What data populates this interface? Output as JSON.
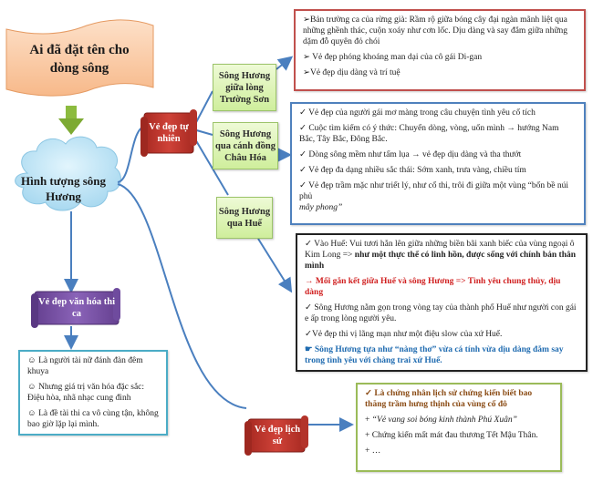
{
  "title": "Ai đã đặt tên cho dòng sông",
  "central_topic": "Hình tượng sông Hương",
  "colors": {
    "title_banner": "#fbc9a4",
    "cloud": "#bfe4f5",
    "scroll_red": "#c0392b",
    "scroll_purple": "#7b52a8",
    "node_green": "#d8f2ab",
    "connector": "#4a7fbf",
    "arrow_down": "#8cbb3f",
    "box_red_border": "#c0504d",
    "box_blue_border": "#4f81bd",
    "box_black_border": "#222222",
    "box_teal_border": "#4bacc6",
    "box_green_border": "#9bbb59"
  },
  "branches": {
    "natural": {
      "label": "Vẻ đẹp tự nhiên",
      "sub": [
        {
          "label": "Sông Hương giữa lòng Trường Sơn",
          "items": [
            "➢Bản trường ca của rừng già: Rầm rộ giữa bóng cây đại ngàn mãnh liệt qua những ghềnh thác, cuộn xoáy như cơn lốc. Dịu dàng và say đắm giữa những dặm đỗ quyên đỏ chói",
            "➢ Vẻ đẹp phóng khoáng man dại của cô gái Di-gan",
            "➢Vẻ đẹp dịu dàng và trí tuệ"
          ]
        },
        {
          "label": "Sông Hương qua cánh đồng Châu Hóa",
          "items": [
            "✓ Vẻ đẹp của người gái mơ màng trong câu chuyện tình yêu cổ tích",
            "✓ Cuộc tìm kiếm có ý thức: Chuyển dòng, vòng, uốn mình → hướng Nam Bắc, Tây Bắc, Đông Bắc.",
            "✓ Dòng sông mềm như tấm lụa → vẻ đẹp dịu dàng và tha thướt",
            "✓ Vẻ đẹp  đa dạng nhiều sắc thái: Sớm xanh, trưa vàng, chiều tím",
            "✓ Vẻ đẹp trầm mặc như triết lý, như cổ thi, trôi đi giữa một vùng “bốn bề núi phủ",
            "mây phong”"
          ]
        },
        {
          "label": "Sông Hương qua Huế",
          "items": {
            "p1_normal": "✓ Vào Huế: Vui tươi hẳn lên giữa những biền bãi xanh biếc của vùng ngoại ô Kim Long => ",
            "p1_bold": "như một thực thể có linh hồn, được sống với chính bản thân mình",
            "p2_red": "→ Mối gắn kết giữa Huế và sông Hương => Tình yêu chung thủy, dịu dàng",
            "p3": "✓ Sông Hương nằm gọn trong vòng tay của thành phố Huế như người con gái e ấp trong lòng người yêu.",
            "p4": "✓Vẻ đẹp thi vị lãng mạn như một điệu slow của xứ Huế.",
            "p5_blue": "☛ Sông Hương tựa như “nàng thơ” vừa cá tính vừa dịu dàng đắm say trong tình yêu với chàng trai xứ Huế."
          }
        }
      ]
    },
    "culture": {
      "label": "Vẻ đẹp văn hóa thi ca",
      "items": [
        "☺ Là người tài nữ đánh đàn đêm khuya",
        "☺ Nhưng giá trị văn hóa đặc sắc: Điệu hòa, nhã nhạc cung đình",
        "☺ Là đề tài thi ca vô cùng tận, không bao giờ lặp lại mình."
      ]
    },
    "history": {
      "label": "Vẻ đẹp lịch sử",
      "items": {
        "p1_brown": "✓ Là chứng nhân lịch sử chứng kiến biết bao thăng trầm hưng thịnh của vùng cố đô",
        "p2_prefix": "+ ",
        "p2_italic": "“Vẻ vang soi bóng kinh thành Phú Xuân”",
        "p3": "+ Chứng kiến mất mát đau thương Tết Mậu Thân.",
        "p4": "+ …"
      }
    }
  }
}
